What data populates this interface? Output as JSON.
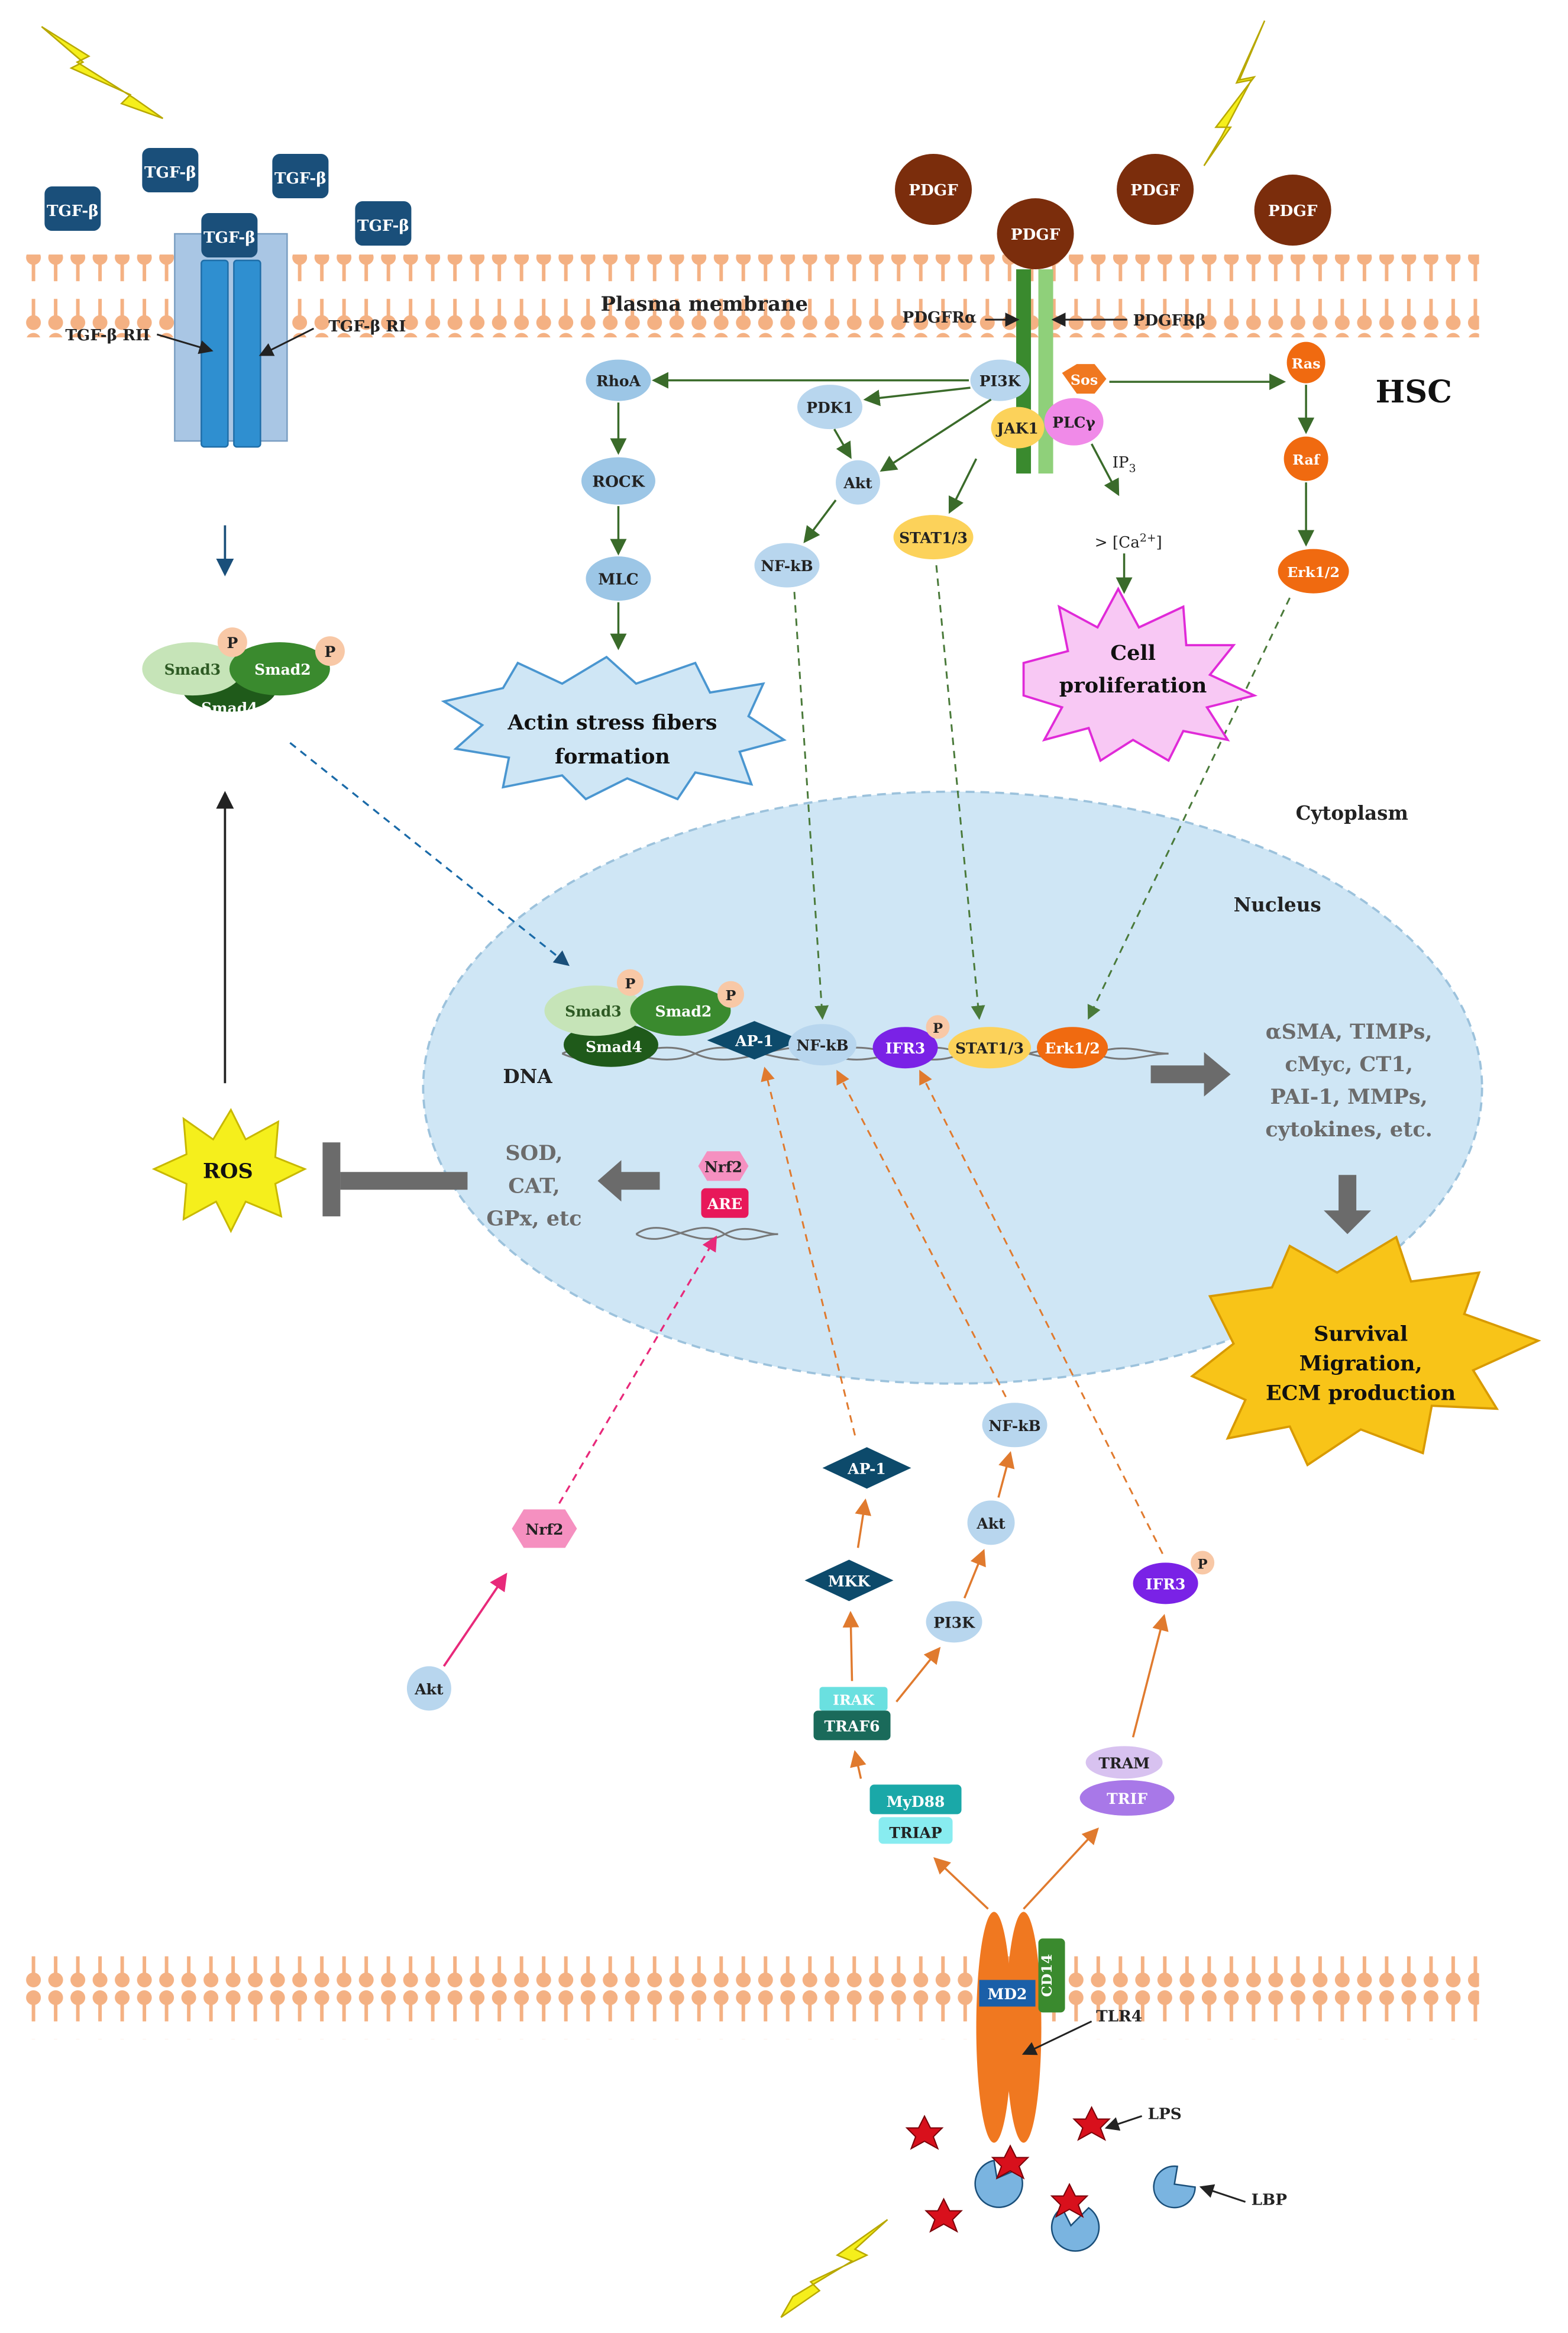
{
  "colors": {
    "tgf": "#1a4f7a",
    "pdgf": "#7b2d0c",
    "membrane": "#f4b183",
    "nucleus": "#cfe6f5",
    "arrow_green": "#3a6b2a",
    "arrow_orange": "#e07a2e",
    "arrow_pink": "#e8297a",
    "bolt": "#f5ef1c",
    "ap1": "#0d4a6b",
    "irf3": "#7a22e6",
    "stat": "#fcd25a",
    "erk": "#f06a10",
    "smad2": "#3a8a2e",
    "smad3": "#c6e4b8",
    "smad4": "#1f5a1a",
    "light_blue_node": "#b8d6ee",
    "rhoa_node": "#9cc6e6"
  },
  "cell": {
    "label": "HSC"
  },
  "membrane_top": {
    "label": "Plasma membrane"
  },
  "regions": {
    "cytoplasm": "Cytoplasm",
    "nucleus": "Nucleus"
  },
  "tgf": {
    "ligands": [
      "TGF-β",
      "TGF-β",
      "TGF-β",
      "TGF-β",
      "TGF-β"
    ],
    "receptor_ii": "TGF-β RII",
    "receptor_i": "TGF-β RI"
  },
  "pdgf": {
    "ligands": [
      "PDGF",
      "PDGF",
      "PDGF",
      "PDGF"
    ],
    "receptor_alpha": "PDGFRα",
    "receptor_beta": "PDGFRβ"
  },
  "cytoplasm_nodes": {
    "rhoa": "RhoA",
    "rock": "ROCK",
    "mlc": "MLC",
    "pdk1": "PDK1",
    "akt": "Akt",
    "nfkb": "NF-kB",
    "pi3k": "PI3K",
    "jak1": "JAK1",
    "plcg": "PLCγ",
    "sos": "Sos",
    "stat": "STAT1/3",
    "ip3": "IP",
    "ip3_sub": "3",
    "ca": "> [Ca",
    "ca_sup": "2+",
    "ca_end": "]",
    "ras": "Ras",
    "raf": "Raf",
    "erk": "Erk1/2"
  },
  "outcomes": {
    "actin": [
      "Actin stress fibers",
      "formation"
    ],
    "proliferation": [
      "Cell",
      "proliferation"
    ],
    "ros": "ROS",
    "survival": [
      "Survival",
      "Migration,",
      "ECM production"
    ]
  },
  "smad_complex": {
    "smad3": "Smad3",
    "smad2": "Smad2",
    "smad4": "Smad4",
    "p": "P"
  },
  "nucleus_content": {
    "dna": "DNA",
    "smad3": "Smad3",
    "smad2": "Smad2",
    "smad4": "Smad4",
    "p": "P",
    "ap1": "AP-1",
    "nfkb": "NF-kB",
    "irf3": "IFR3",
    "stat": "STAT1/3",
    "erk": "Erk1/2",
    "targets": [
      "αSMA, TIMPs,",
      "cMyc, CT1,",
      "PAI-1, MMPs,",
      "cytokines, etc."
    ],
    "antioxidants": [
      "SOD,",
      "CAT,",
      "GPx, etc"
    ],
    "nrf2": "Nrf2",
    "are": "ARE"
  },
  "tlr4_pathway": {
    "ap1": "AP-1",
    "mkk": "MKK",
    "irak": "IRAK",
    "traf6": "TRAF6",
    "myd88": "MyD88",
    "triap": "TRIAP",
    "nfkb": "NF-kB",
    "akt": "Akt",
    "pi3k": "PI3K",
    "irf3": "IFR3",
    "p": "P",
    "tram": "TRAM",
    "trif": "TRIF",
    "nrf2": "Nrf2",
    "akt_left": "Akt",
    "md2": "MD2",
    "cd14": "CD14",
    "tlr4": "TLR4",
    "lps": "LPS",
    "lbp": "LBP"
  }
}
